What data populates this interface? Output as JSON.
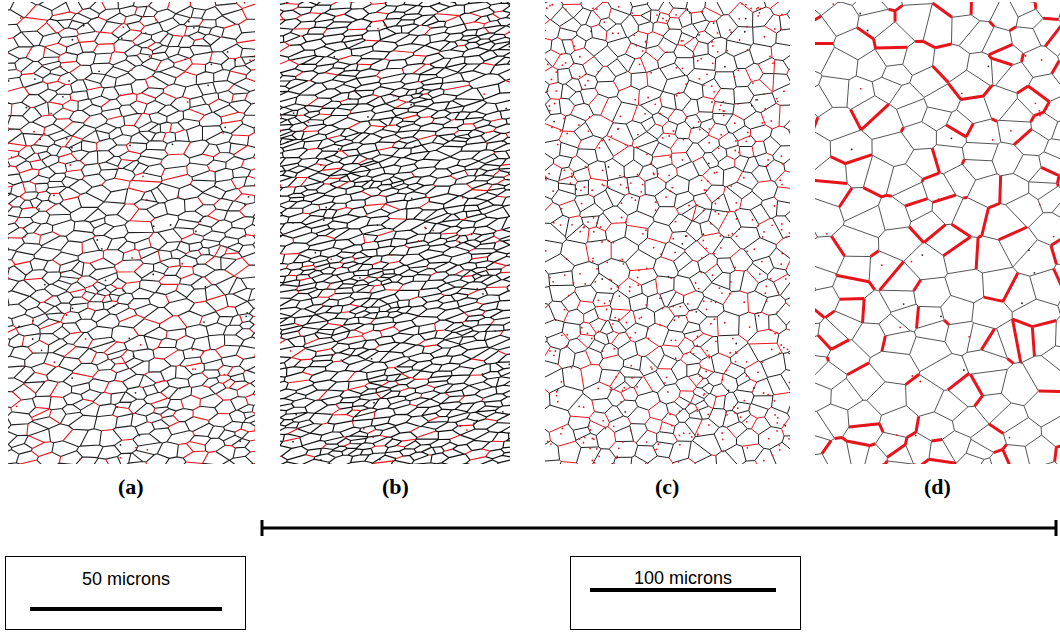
{
  "diagram": {
    "labels": [
      "(a)",
      "(b)",
      "(c)",
      "(d)",
      "50 microns",
      "100 microns"
    ]
  }
}
